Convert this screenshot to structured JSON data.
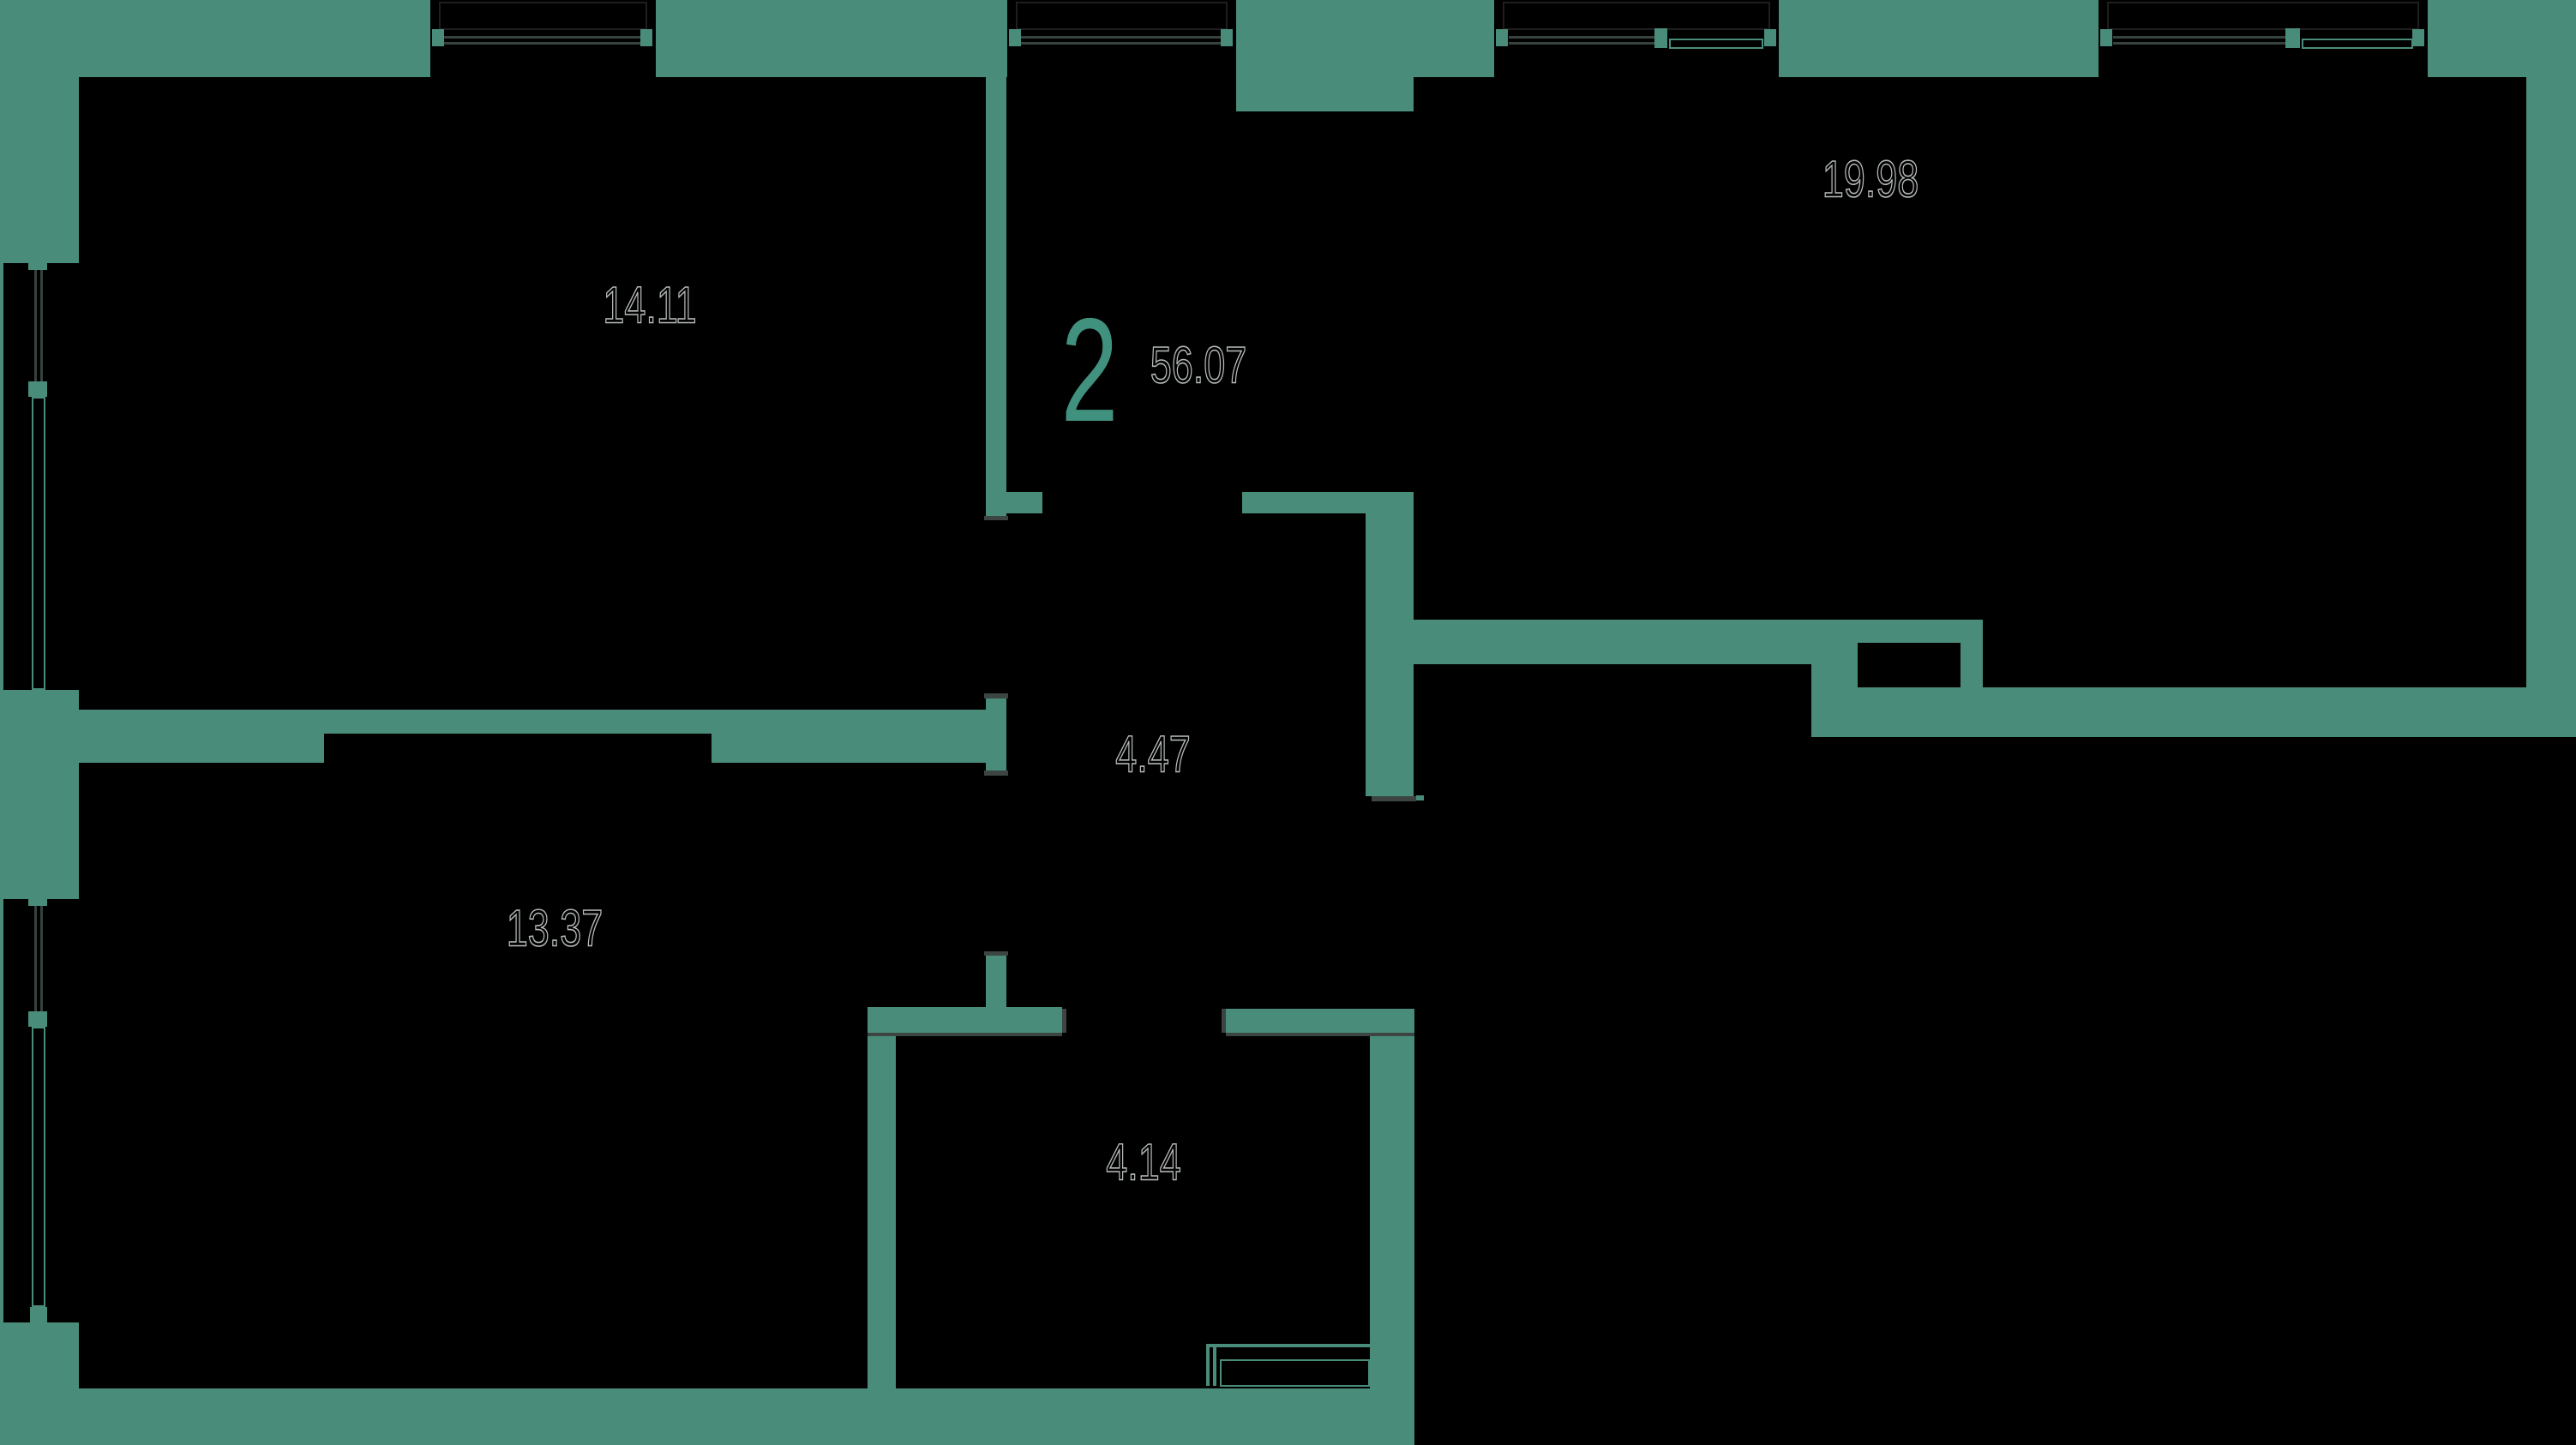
{
  "plan": {
    "room_count": "2",
    "total_area": "56.07",
    "rooms": [
      {
        "id": "bedroom-1",
        "area": "14.11"
      },
      {
        "id": "living-kitchen",
        "area": "19.98"
      },
      {
        "id": "corridor",
        "area": "4.47"
      },
      {
        "id": "bedroom-2",
        "area": "13.37"
      },
      {
        "id": "bathroom",
        "area": "4.14"
      }
    ],
    "colors": {
      "wall": "#4A8C7A",
      "background": "#000000",
      "accent_digit": "#41917F",
      "label_outline": "#B8BDBB"
    }
  }
}
